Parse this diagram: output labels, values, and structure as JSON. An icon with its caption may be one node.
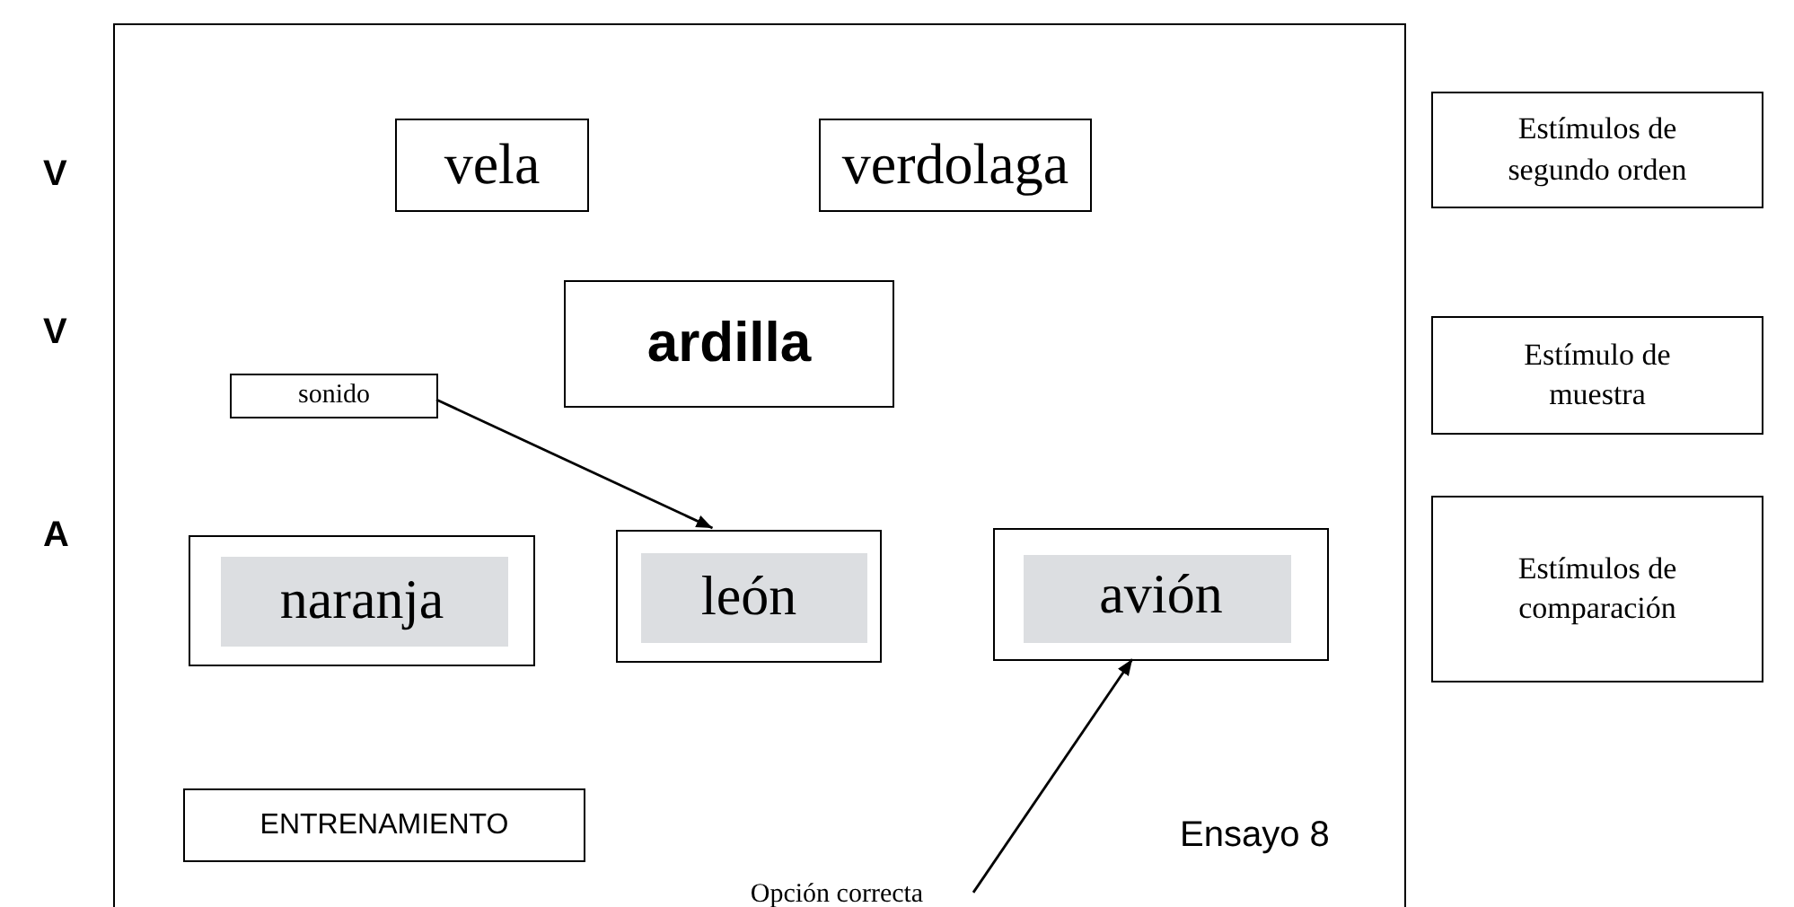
{
  "diagram": {
    "nodes": [
      {
        "text": [],
        "shape": "box"
      },
      {
        "text": [
          "vela"
        ],
        "in": 0
      },
      {
        "text": [
          "verdolaga"
        ],
        "in": 0
      },
      {
        "text": [
          "ardilla"
        ],
        "in": 0
      },
      {
        "text": [
          "sonido"
        ],
        "in": 0
      },
      {
        "text": [
          "naranja"
        ],
        "in": 0
      },
      {
        "text": [
          "león"
        ],
        "in": 0
      },
      {
        "text": [
          "avión"
        ],
        "in": 0
      },
      {
        "text": [
          "Opción correcta"
        ],
        "in": 0
      },
      {
        "text": [
          "ENTRENAMIENTO"
        ],
        "in": 0
      },
      {
        "text": [
          "Estímulos de segundo orden"
        ]
      },
      {
        "text": [
          "Estímulo de muestra"
        ]
      },
      {
        "text": [
          "Estímulos de comparación"
        ]
      }
    ],
    "edges": [
      {
        "from": 4,
        "to": 6,
        "arrow": "to"
      },
      {
        "from": 8,
        "to": 7,
        "arrow": "to"
      }
    ],
    "labels": [
      "V",
      "V",
      "A",
      "Ensayo 8"
    ]
  }
}
